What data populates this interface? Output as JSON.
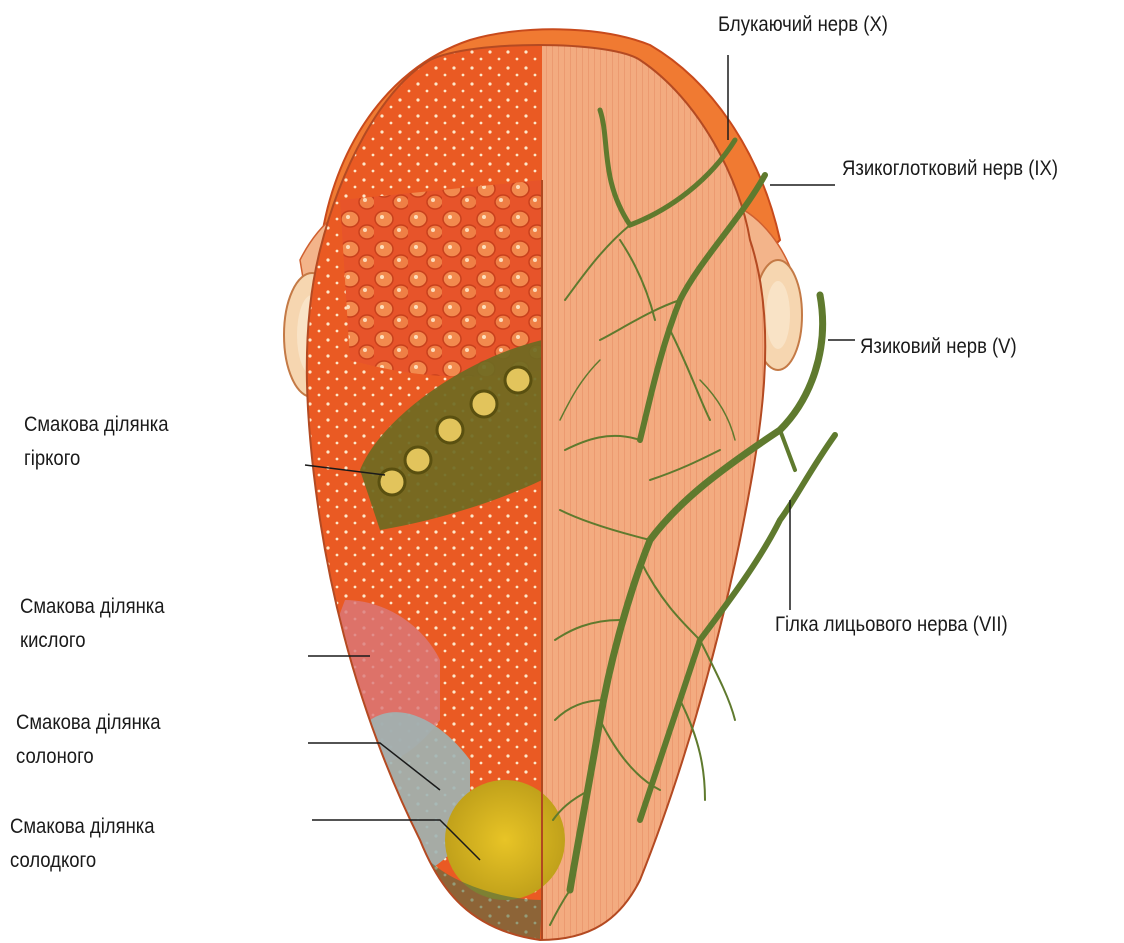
{
  "labels": {
    "vagus": "Блукаючий нерв (X)",
    "glossopharyngeal": "Язикоглотковий нерв (IX)",
    "lingual": "Язиковий нерв (V)",
    "facial_branch": "Гілка лицьового нерва (VII)",
    "bitter": [
      "Смакова ділянка",
      "гіркого"
    ],
    "sour": [
      "Смакова ділянка",
      "кислого"
    ],
    "salty": [
      "Смакова ділянка",
      "солоного"
    ],
    "sweet": [
      "Смакова ділянка",
      "солодкого"
    ]
  },
  "colors": {
    "tongue_left": "#e8521f",
    "tongue_right": "#f2a77c",
    "nerve": "#5f7a2e",
    "bitter_zone": "#6e6a22",
    "sour_zone": "#d9787a",
    "salty_zone": "#9fb4b4",
    "sweet_zone": "#d8b41c"
  }
}
